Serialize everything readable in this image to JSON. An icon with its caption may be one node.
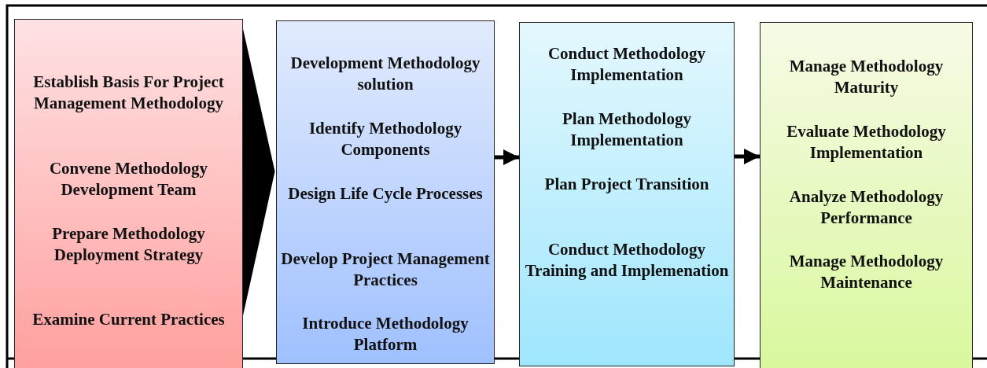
{
  "diagram": {
    "nodes": [
      {
        "text": [
          "Establish Basis For Project Management Methodology",
          "Convene Methodology Development Team",
          "Prepare Methodology Deployment Strategy",
          "Examine Current Practices"
        ]
      },
      {
        "text": [
          "Development Methodology solution",
          "Identify Methodology Components",
          "Design Life Cycle Processes",
          "Develop Project Management Practices",
          "Introduce Methodology Platform"
        ]
      },
      {
        "text": [
          "Conduct Methodology Implementation",
          "Plan Methodology Implementation",
          "Plan Project Transition",
          "Conduct Methodology Training and Implemenation"
        ]
      },
      {
        "text": [
          "Manage Methodology Maturity",
          "Evaluate Methodology Implementation",
          "Analyze Methodology Performance",
          "Manage Methodology Maintenance"
        ]
      }
    ],
    "edges": [
      {
        "from": 0,
        "to": 1,
        "arrow": "to",
        "style": "thick"
      },
      {
        "from": 1,
        "to": 2,
        "arrow": "to"
      },
      {
        "from": 2,
        "to": 3,
        "arrow": "to"
      }
    ]
  }
}
